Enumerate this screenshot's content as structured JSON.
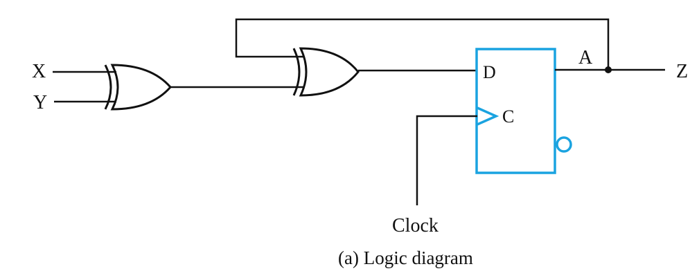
{
  "inputs": {
    "x": "X",
    "y": "Y"
  },
  "outputs": {
    "z": "Z"
  },
  "state": {
    "a": "A"
  },
  "flipflop": {
    "d_pin": "D",
    "c_pin": "C"
  },
  "clock": {
    "label": "Clock"
  },
  "caption": "(a) Logic diagram",
  "colors": {
    "wire": "#111111",
    "flipflop": "#1aa3e0"
  }
}
